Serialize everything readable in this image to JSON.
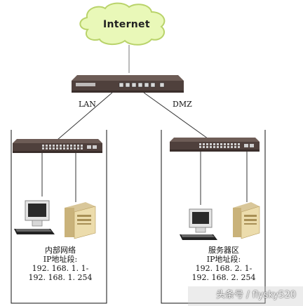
{
  "cloud": {
    "label": "Internet"
  },
  "links": {
    "lan_label": "LAN",
    "dmz_label": "DMZ"
  },
  "zones": {
    "internal": {
      "title": "内部网络",
      "range_label": "IP地址段:",
      "range_start": "192. 168. 1. 1-",
      "range_end": "192. 168. 1. 254"
    },
    "dmz": {
      "title": "服务器区",
      "range_label": "IP地址段:",
      "range_start": "192. 168. 2. 1-",
      "range_end": "192. 168. 2. 254"
    }
  },
  "watermark": {
    "text": "头条号 / flysky520"
  },
  "colors": {
    "cloud_fill": "#e9f8b8",
    "cloud_stroke": "#b9d36a",
    "device_body": "#5a4a46",
    "link_line": "#333333"
  }
}
